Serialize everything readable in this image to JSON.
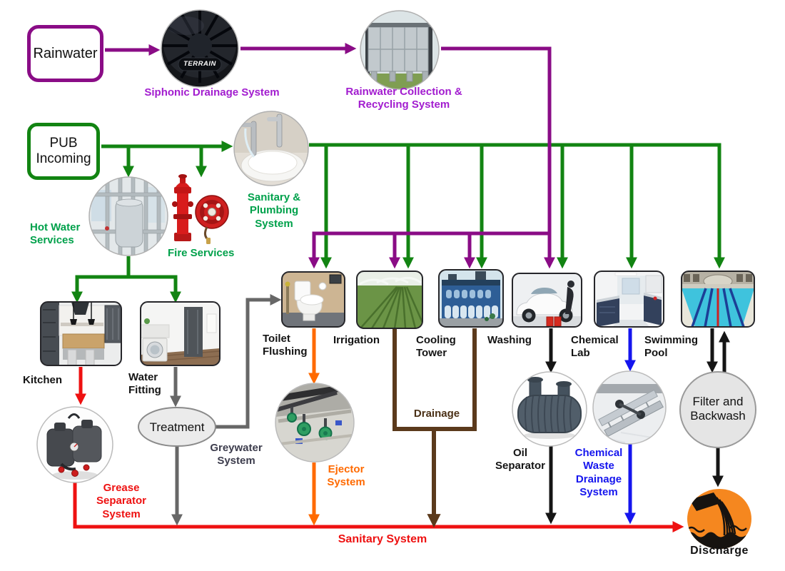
{
  "labels": {
    "rainwater": "Rainwater",
    "pub_incoming": "PUB\nIncoming",
    "siphonic": "Siphonic Drainage System",
    "rainwater_collection": "Rainwater Collection &\nRecycling System",
    "sanitary_plumbing": "Sanitary &\nPlumbing\nSystem",
    "hot_water": "Hot Water\nServices",
    "fire_services": "Fire Services",
    "kitchen": "Kitchen",
    "water_fitting": "Water\nFitting",
    "toilet_flushing": "Toilet\nFlushing",
    "irrigation": "Irrigation",
    "cooling_tower": "Cooling\nTower",
    "washing": "Washing",
    "chemical_lab": "Chemical\nLab",
    "swimming_pool": "Swimming\nPool",
    "treatment": "Treatment",
    "greywater": "Greywater\nSystem",
    "grease_separator": "Grease\nSeparator\nSystem",
    "ejector": "Ejector\nSystem",
    "drainage": "Drainage",
    "oil_separator": "Oil\nSeparator",
    "chemical_waste": "Chemical\nWaste\nDrainage\nSystem",
    "filter_backwash": "Filter and\nBackwash",
    "sanitary_system": "Sanitary System",
    "discharge": "Discharge",
    "terrain_brand": "TERRAIN"
  },
  "colors": {
    "purple_line": "#8a0c86",
    "purple_text": "#a21ccf",
    "green_line": "#128412",
    "green_text": "#00a14b",
    "red": "#ee1111",
    "orange": "#ff6a00",
    "brown": "#5b3a1c",
    "blue": "#1515ee",
    "gray_line": "#676767",
    "black": "#151515",
    "discharge_orange": "#f5871f"
  }
}
